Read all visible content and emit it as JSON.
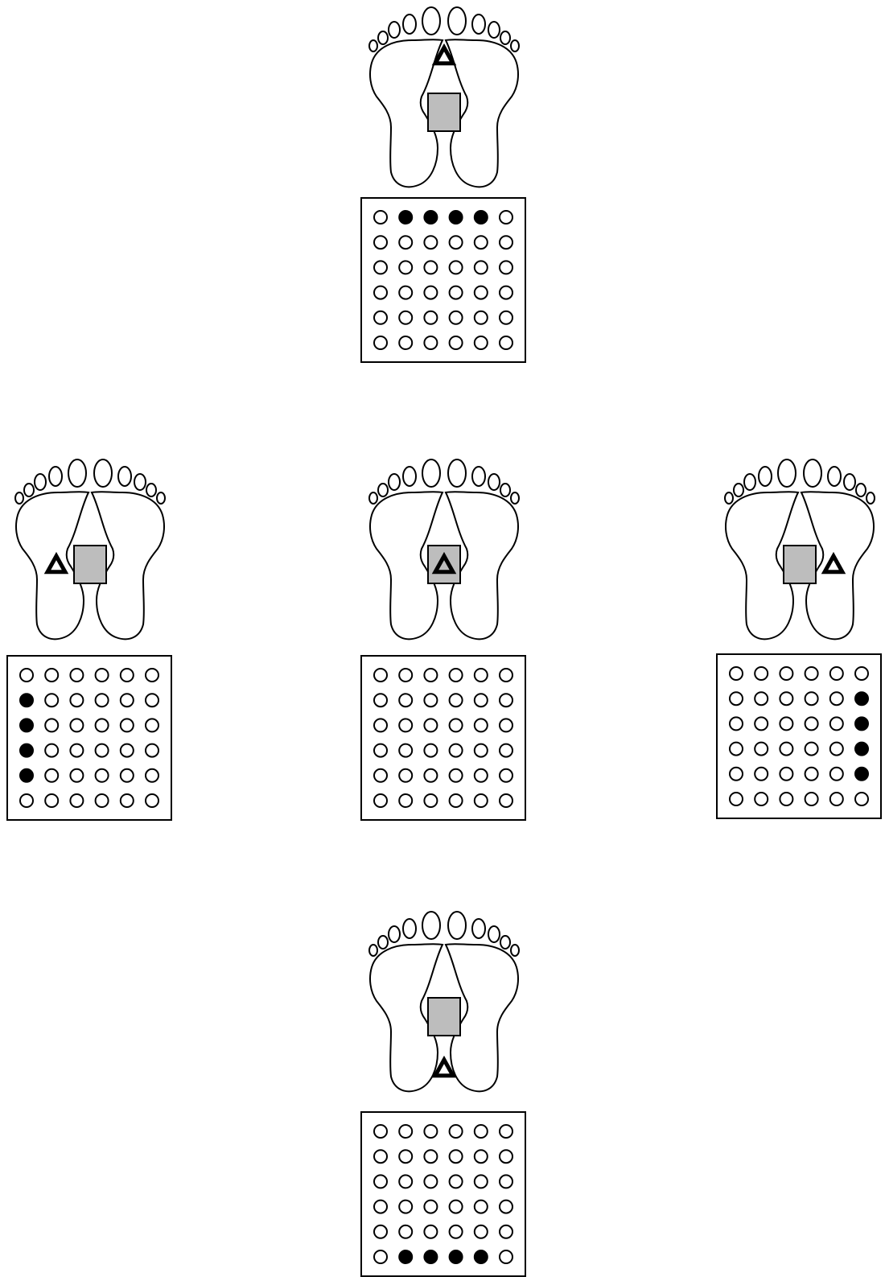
{
  "colors": {
    "stroke": "#000000",
    "background": "#ffffff",
    "square_fill": "#bdbdbd",
    "dot_active": "#000000",
    "dot_inactive": "#ffffff"
  },
  "grid": {
    "rows": 6,
    "cols": 6
  },
  "panels": [
    {
      "name": "panel-forward",
      "marker_position": "front",
      "active_dots": [
        [
          0,
          1
        ],
        [
          0,
          2
        ],
        [
          0,
          3
        ],
        [
          0,
          4
        ]
      ]
    },
    {
      "name": "panel-left",
      "marker_position": "left",
      "active_dots": [
        [
          1,
          0
        ],
        [
          2,
          0
        ],
        [
          3,
          0
        ],
        [
          4,
          0
        ]
      ]
    },
    {
      "name": "panel-center",
      "marker_position": "center",
      "active_dots": []
    },
    {
      "name": "panel-right",
      "marker_position": "right",
      "active_dots": [
        [
          1,
          5
        ],
        [
          2,
          5
        ],
        [
          3,
          5
        ],
        [
          4,
          5
        ]
      ]
    },
    {
      "name": "panel-backward",
      "marker_position": "back",
      "active_dots": [
        [
          5,
          1
        ],
        [
          5,
          2
        ],
        [
          5,
          3
        ],
        [
          5,
          4
        ]
      ]
    }
  ]
}
